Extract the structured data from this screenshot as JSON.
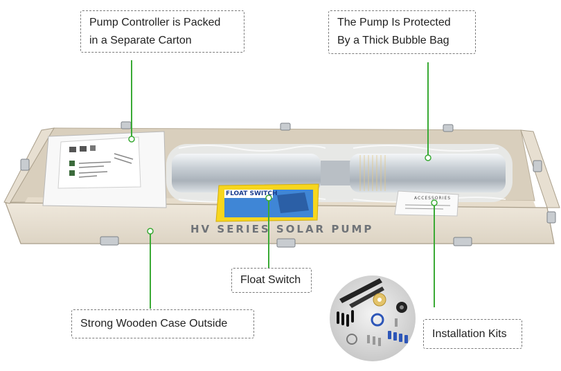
{
  "callouts": {
    "controller": [
      "Pump Controller is Packed",
      "in a Separate Carton"
    ],
    "pump": [
      "The Pump Is Protected",
      "By a Thick Bubble Bag"
    ],
    "float_switch": [
      "Float Switch"
    ],
    "wooden_case": [
      "Strong Wooden Case Outside"
    ],
    "install_kits": [
      "Installation Kits"
    ]
  },
  "product_print": {
    "case_text": "HV   SERIES   SOLAR   PUMP",
    "float_box_text": "FLOAT SWITCH",
    "accessories_text": "ACCESSORIES"
  },
  "colors": {
    "leader_line": "#3aaa35",
    "case_wood": "#e9e2d6",
    "callout_border": "#7a7a7a"
  }
}
